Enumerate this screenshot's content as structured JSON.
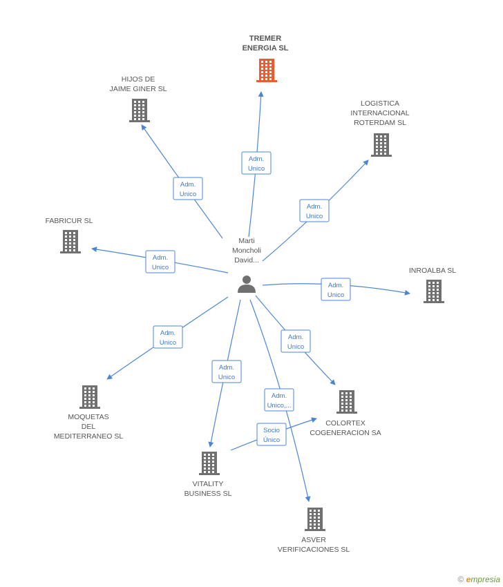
{
  "center": {
    "label": [
      "Marti",
      "Moncholi",
      "David..."
    ],
    "icon": "person-icon"
  },
  "focus_company": {
    "label": [
      "TREMER",
      "ENERGIA SL"
    ],
    "icon": "building-icon",
    "color": "#f05a32"
  },
  "companies": [
    {
      "id": "hijos",
      "label": [
        "HIJOS DE",
        "JAIME GINER SL"
      ]
    },
    {
      "id": "logistica",
      "label": [
        "LOGISTICA",
        "INTERNACIONAL",
        "ROTERDAM SL"
      ]
    },
    {
      "id": "fabricur",
      "label": [
        "FABRICUR SL"
      ]
    },
    {
      "id": "inroalba",
      "label": [
        "INROALBA SL"
      ]
    },
    {
      "id": "moquetas",
      "label": [
        "MOQUETAS",
        "DEL",
        "MEDITERRANEO SL"
      ]
    },
    {
      "id": "colortex",
      "label": [
        "COLORTEX",
        "COGENERACION SA"
      ]
    },
    {
      "id": "vitality",
      "label": [
        "VITALITY",
        "BUSINESS SL"
      ]
    },
    {
      "id": "asver",
      "label": [
        "ASVER",
        "VERIFICACIONES SL"
      ]
    }
  ],
  "relations": [
    {
      "to": "tremer",
      "label": [
        "Adm.",
        "Unico"
      ]
    },
    {
      "to": "hijos",
      "label": [
        "Adm.",
        "Unico"
      ]
    },
    {
      "to": "logistica",
      "label": [
        "Adm.",
        "Unico"
      ]
    },
    {
      "to": "fabricur",
      "label": [
        "Adm.",
        "Unico"
      ]
    },
    {
      "to": "inroalba",
      "label": [
        "Adm.",
        "Unico"
      ]
    },
    {
      "to": "moquetas",
      "label": [
        "Adm.",
        "Unico"
      ]
    },
    {
      "to": "colortex",
      "label": [
        "Adm.",
        "Unico"
      ]
    },
    {
      "to": "vitality",
      "label": [
        "Adm.",
        "Unico"
      ]
    },
    {
      "to": "asver",
      "label": [
        "Adm.",
        "Unico,..."
      ]
    },
    {
      "from": "vitality",
      "to": "colortex",
      "label": [
        "Socio",
        "Único"
      ]
    }
  ],
  "colors": {
    "edge": "#4a86d4",
    "building": "#707070",
    "focus": "#f05a32"
  },
  "footer": {
    "copyright": "©",
    "brand_e": "e",
    "brand_rest": "mpresia"
  }
}
